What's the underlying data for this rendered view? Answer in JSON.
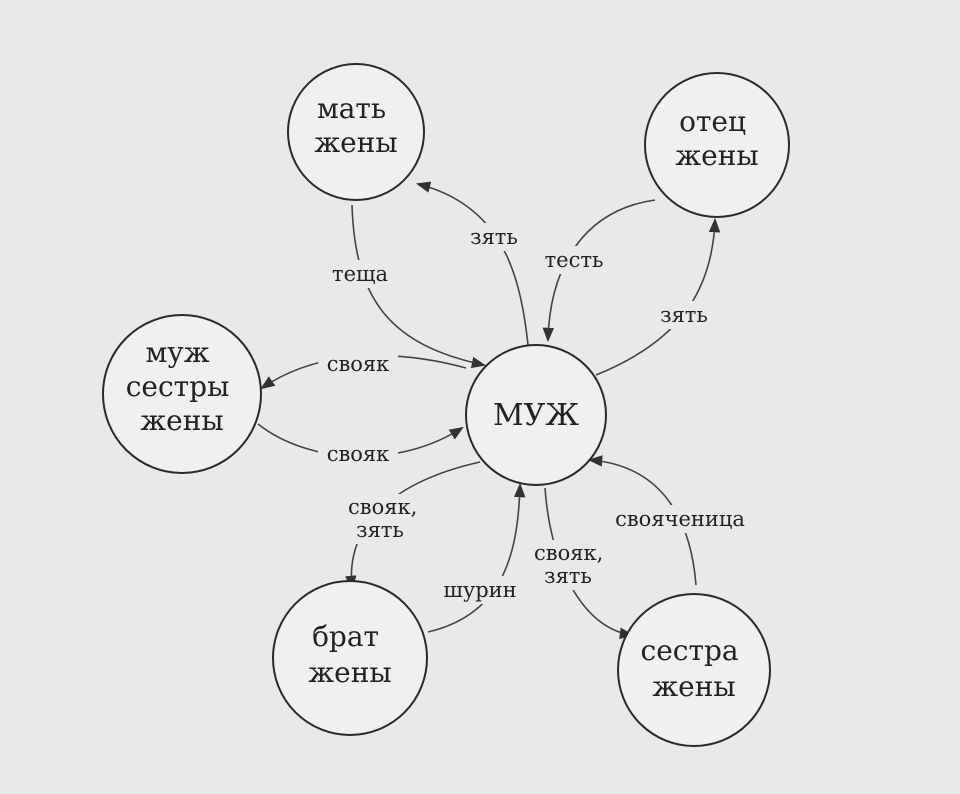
{
  "nodes": {
    "center": [
      "МУЖ"
    ],
    "wife_mother": [
      "мать",
      "жены"
    ],
    "wife_father": [
      "отец",
      "жены"
    ],
    "wife_sister_husband": [
      "муж",
      "сестры",
      "жены"
    ],
    "wife_brother": [
      "брат",
      "жены"
    ],
    "wife_sister": [
      "сестра",
      "жены"
    ]
  },
  "edges": {
    "zyat_to_mother": [
      "зять"
    ],
    "teshcha": [
      "теща"
    ],
    "test": [
      "тесть"
    ],
    "zyat_to_father": [
      "зять"
    ],
    "svoyak_top": [
      "свояк"
    ],
    "svoyak_bottom": [
      "свояк"
    ],
    "svoyak_zyat_brother": [
      "свояк,",
      "зять"
    ],
    "shurin": [
      "шурин"
    ],
    "svoyak_zyat_sister": [
      "свояк,",
      "зять"
    ],
    "svoyachenitsa": [
      "свояченица"
    ]
  },
  "colors": {
    "background": "#e9e9e7",
    "ink": "#2a2a2a"
  }
}
